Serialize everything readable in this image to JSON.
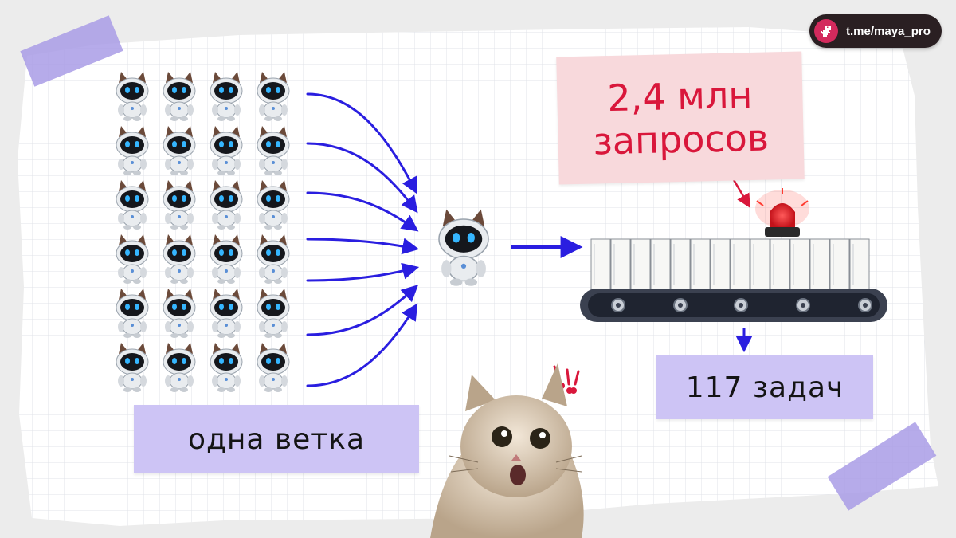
{
  "badge": {
    "channel": "t.me/maya_pro",
    "icon": "dino-icon"
  },
  "notes": {
    "requests_line1": "2,4 млн",
    "requests_line2": "запросов",
    "branch": "одна ветка",
    "tasks": "117 задач"
  },
  "colors": {
    "arrow": "#2a1ee0",
    "sticky_pink": "#f8d9dc",
    "sticky_violet": "#cdc4f5",
    "tape": "#a99ce6",
    "accent_red": "#d9173b"
  },
  "illustration": {
    "agents_grid": {
      "rows": 6,
      "cols": 4
    },
    "icons": [
      "robot-cat-icon",
      "conveyor-belt-icon",
      "siren-icon",
      "surprised-cat-icon"
    ]
  }
}
